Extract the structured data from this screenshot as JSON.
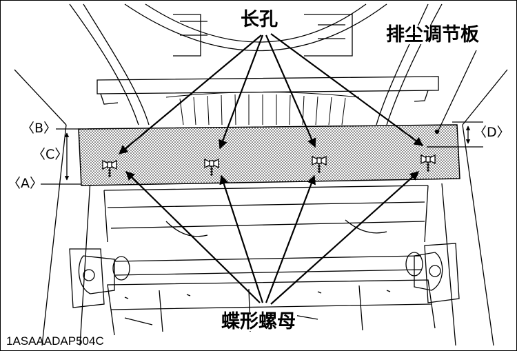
{
  "labels": {
    "slot": "长孔",
    "dust_plate": "排尘调节板",
    "wing_nut": "蝶形螺母"
  },
  "dimensions": {
    "a": "〈A〉",
    "b": "〈B〉",
    "c": "〈C〉",
    "d": "〈D〉"
  },
  "figure_code": "1ASAAADAP504C"
}
